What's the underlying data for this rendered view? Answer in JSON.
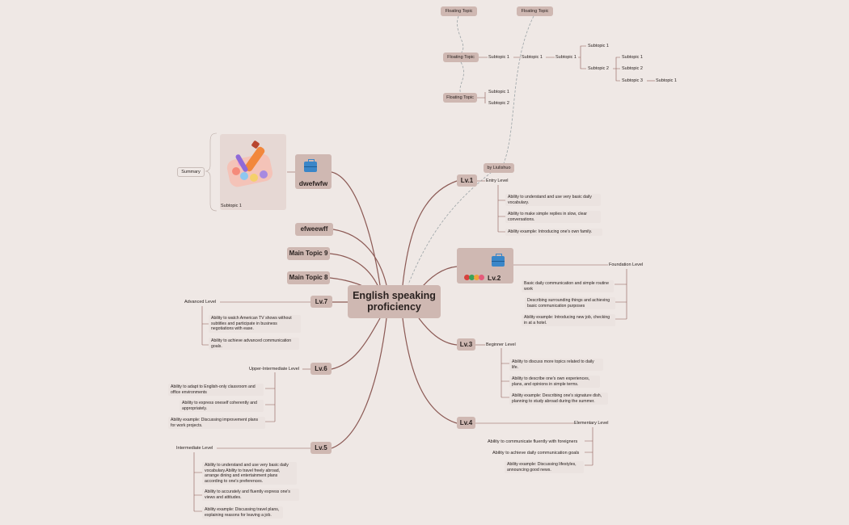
{
  "central": "English speaking proficiency",
  "floating": {
    "f1": "Floating Topic",
    "f2": "Floating Topic",
    "f3": "Floating Topic",
    "f4": "Floating Topic",
    "f3_subs": [
      "Subtopic 1",
      "Subtopic 1",
      "Subtopic 1"
    ],
    "deep_subs": [
      "Subtopic 1",
      "Subtopic 2",
      "Subtopic 1",
      "Subtopic 2",
      "Subtopic 3",
      "Subtopic 1"
    ],
    "f4_subs": [
      "Subtopic 1",
      "Subtopic 2"
    ]
  },
  "author_label": "by Liulishuo",
  "lv1": {
    "label": "Lv.1",
    "level": "Entry Level",
    "items": [
      "Ability to understand and use very basic daily vocabulary.",
      "Ability to make simple replies in slow, clear conversations.",
      "Ability example: Introducing one's own family."
    ]
  },
  "lv2": {
    "label": "Lv.2",
    "level": "Foundation Level",
    "items": [
      "Basic daily communication and simple routine work",
      "Describing surrounding things and achieving basic communication purposes",
      "Ability example: Introducing new job, checking in at a hotel."
    ]
  },
  "lv3": {
    "label": "Lv.3",
    "level": "Beginner Level",
    "items": [
      "Ability to discuss more topics related to daily life.",
      "Ability to describe one's own experiences, plans, and opinions in simple terms.",
      "Ability example: Describing one's signature dish, planning to study abroad during the summer."
    ]
  },
  "lv4": {
    "label": "Lv.4",
    "level": "Elementary Level",
    "items": [
      "Ability to communicate fluently with foreigners",
      "Ability to achieve daily communication goals",
      "Ability example: Discussing lifestyles, announcing good news."
    ]
  },
  "lv5": {
    "label": "Lv.5",
    "level": "Intermediate Level",
    "items": [
      "Ability to understand and use very basic daily vocabulary.Ability to travel freely abroad, arrange dining and entertainment plans according to one's preferences.",
      "Ability to accurately and fluently express one's views and attitudes.",
      "Ability example: Discussing travel plans, explaining reasons for leaving a job."
    ]
  },
  "lv6": {
    "label": "Lv.6",
    "level": "Upper-Intermediate Level",
    "items": [
      "Ability to adapt to English-only classroom and office environments",
      "Ability to express oneself coherently and appropriately.",
      "Ability example: Discussing improvement plans for work projects."
    ]
  },
  "lv7": {
    "label": "Lv.7",
    "level": "Advanced Level",
    "items": [
      "Ability to watch American TV shows without subtitles and participate in business negotiations with ease.",
      "Ability to achieve advanced communication goals."
    ]
  },
  "left_topics": {
    "main8": "Main Topic 8",
    "main9": "Main Topic 9",
    "efweewff": "efweewff",
    "dwefwfw": "dwefwfw",
    "image_sub": "Subtopic 1",
    "summary": "Summary"
  },
  "colors": {
    "background": "#efe8e5",
    "node": "#cfb8b2",
    "line": "#8c5a55",
    "icon": "#3a86c8"
  },
  "icons": [
    "briefcase-icon",
    "briefcase-icon",
    "sticker-image",
    "marker-bubbles"
  ]
}
